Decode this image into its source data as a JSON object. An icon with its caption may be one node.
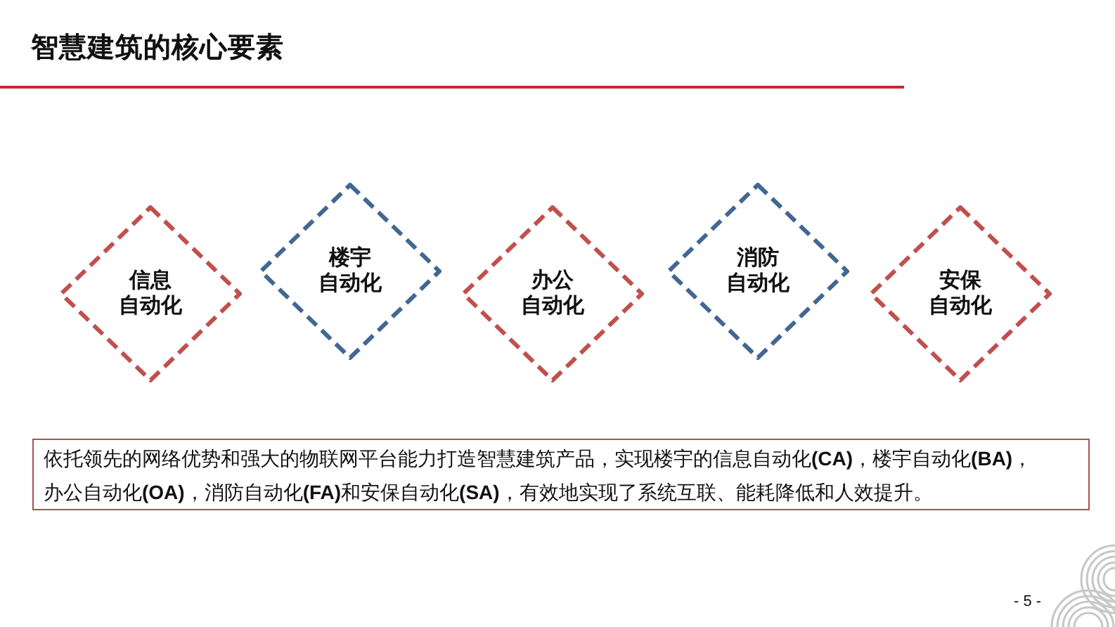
{
  "diagram": {
    "title": "智慧建筑的核心要素",
    "nodes": [
      {
        "text": [
          "信息自动化"
        ]
      },
      {
        "text": [
          "楼宇自动化"
        ]
      },
      {
        "text": [
          "办公自动化"
        ]
      },
      {
        "text": [
          "消防自动化"
        ]
      },
      {
        "text": [
          "安保自动化"
        ]
      },
      {
        "text": [
          "依托领先的网络优势和强大的物联网平台能力打造智慧建筑产品，实现楼宇的信息自动化**(CA)**，楼宇自动化**(BA)**，办公自动化**(OA)**，消防自动化**(FA)**和安保自动化**(SA)**，有效地实现了系统互联、能耗降低和人效提升。"
        ]
      }
    ],
    "labels": [
      "- 5 -"
    ]
  }
}
